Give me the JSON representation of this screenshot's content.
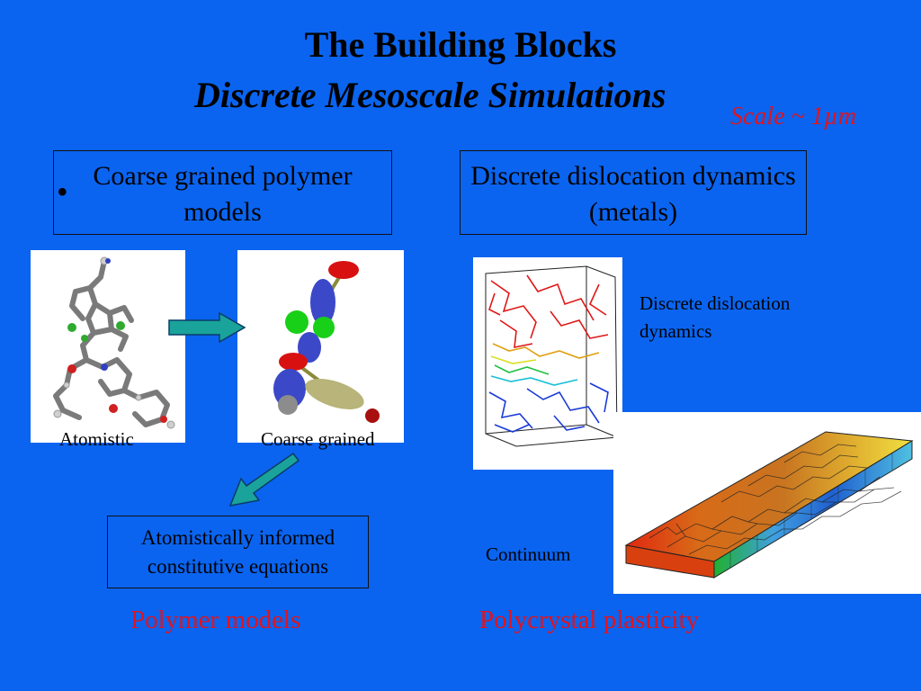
{
  "title": "The Building Blocks",
  "subtitle": "Discrete Mesoscale Simulations",
  "scale_label": "Scale ~ 1µm",
  "left_panel": {
    "box_label": "Coarse grained polymer models",
    "bullet": "•",
    "atomistic_label": "Atomistic",
    "coarse_label": "Coarse grained",
    "constitutive_box": "Atomistically informed constitutive equations",
    "footer": "Polymer models"
  },
  "right_panel": {
    "box_label": "Discrete dislocation dynamics (metals)",
    "dd_label_line1": "Discrete dislocation",
    "dd_label_line2": "dynamics",
    "continuum_label": "Continuum",
    "footer": "Polycrystal plasticity"
  },
  "colors": {
    "background": "#0a64f0",
    "accent_red": "#e0141e",
    "arrow_teal": "#1aa39a"
  },
  "icons": [
    "right-arrow-icon",
    "down-left-arrow-icon",
    "down-right-arrow-icon"
  ]
}
